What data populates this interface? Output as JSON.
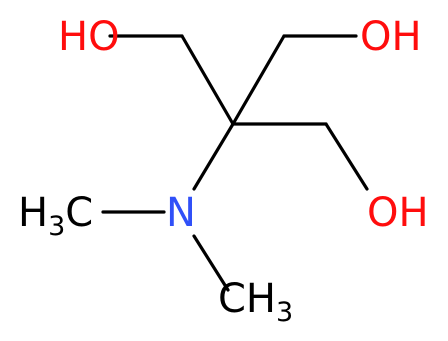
{
  "molecule": {
    "atoms": {
      "oh_top_left": {
        "label": "HO",
        "color": "#ff0d0d"
      },
      "oh_top_right": {
        "label": "OH",
        "color": "#ff0d0d"
      },
      "oh_right": {
        "label": "OH",
        "color": "#ff0d0d"
      },
      "nitrogen": {
        "label": "N",
        "color": "#3050f8"
      },
      "methyl_left": {
        "main": "H",
        "sub": "3",
        "tail": "C",
        "color": "#000000"
      },
      "methyl_bottom": {
        "main": "CH",
        "sub": "3",
        "color": "#000000"
      }
    },
    "bond_color": "#000000"
  }
}
